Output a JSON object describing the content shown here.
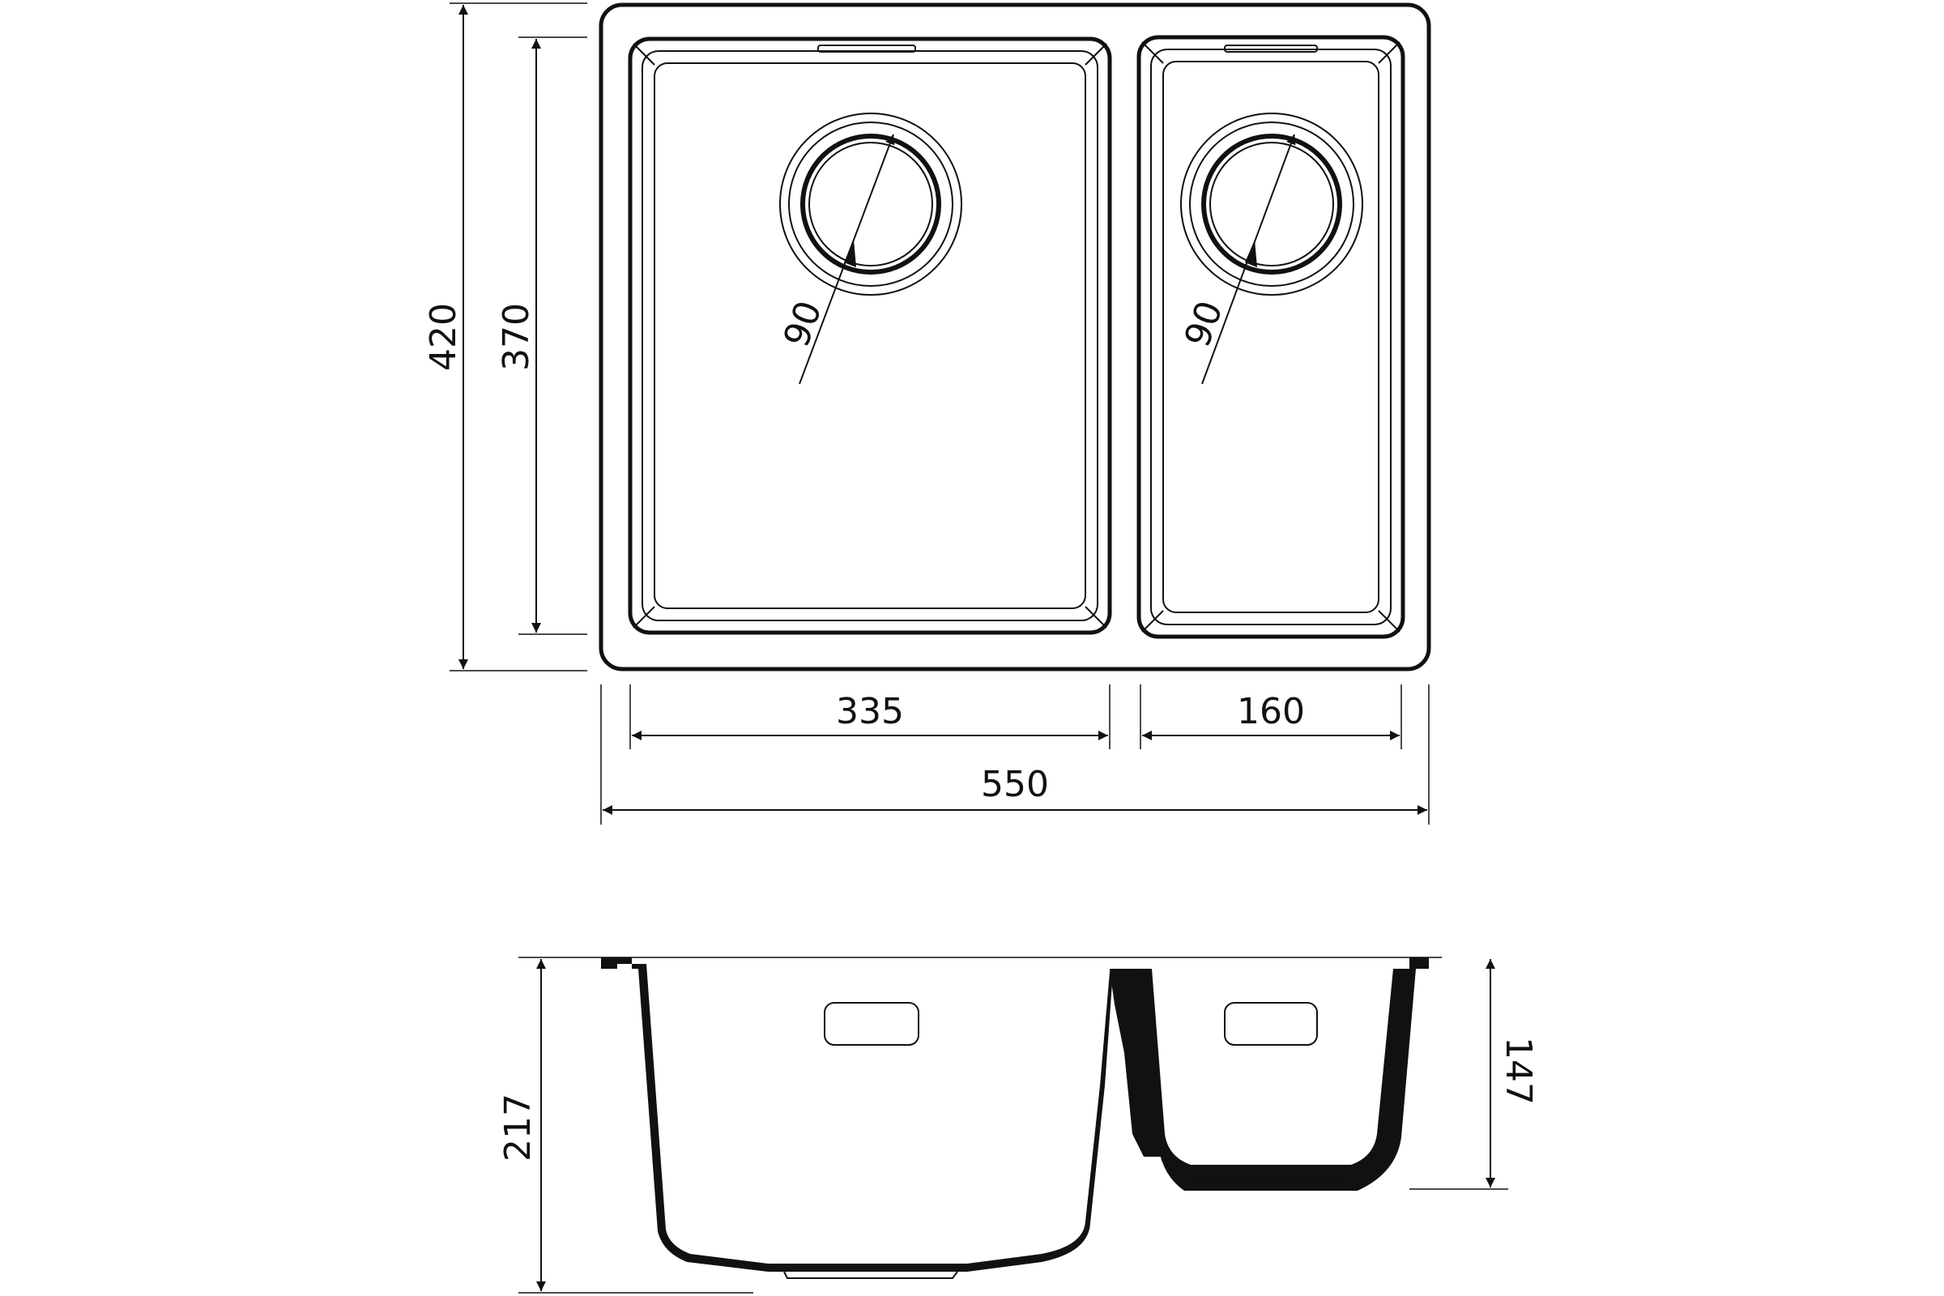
{
  "drawing": {
    "top_view": {
      "overall_width": "550",
      "overall_depth": "420",
      "bowl_depth": "370",
      "large_bowl_width": "335",
      "small_bowl_width": "160",
      "large_drain_diameter": "90",
      "small_drain_diameter": "90"
    },
    "side_view": {
      "large_bowl_height": "217",
      "small_bowl_height": "147"
    },
    "colors": {
      "line": "#111111",
      "background": "#ffffff"
    }
  }
}
